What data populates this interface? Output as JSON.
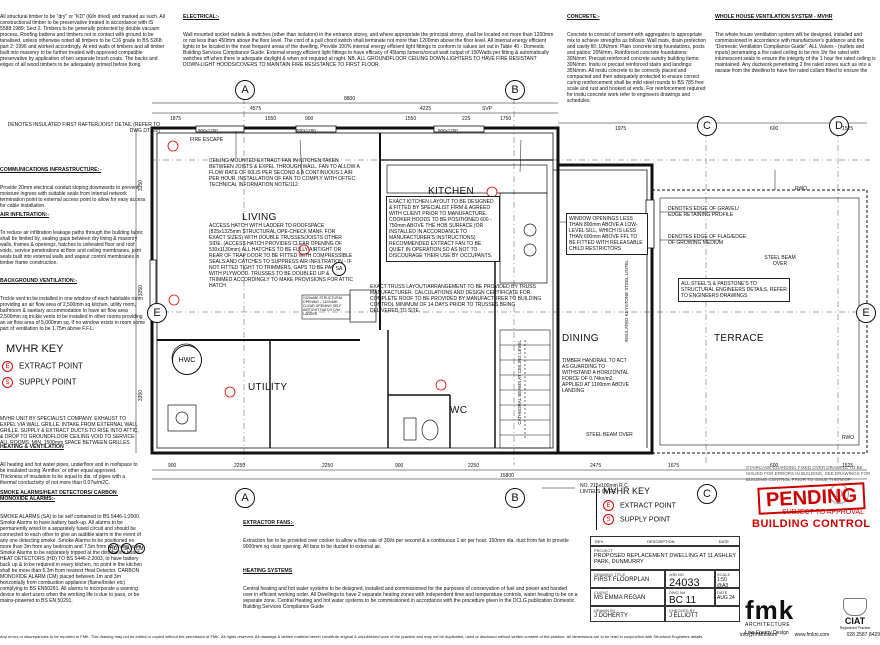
{
  "notes_left": {
    "timber": "All structural timber to be \"dry\" or \"KD\" (Kiln dried) and marked as such. All constructional timber to be preservative treated in accordance with IS 5588:1989; Sect 2. Timbers to be generally protected by double vacuum process. Roofing battens and timbers not in contact with ground to be tanalised, unless otherwise noted all timbers to be C16 grade to BS 5268: part 2: 1996 and worked accordingly. At end walls of timbers and all timber built into masonry to be further treated with approved compatible preservative by application of two separate brush coats. The backs and edges of all wood timbers to be adequately primed before fixing.",
    "comms_heading": "COMMUNICATIONS INFRASTRUCTURE:-",
    "comms": "Provide 20mm electrical conduit sloping downwards to prevent moisture ingress with suitable seals from internal network termination point to external access point to allow for easy access for cable installation.",
    "air_heading": "AIR INFILTRATION:-",
    "air": "To reduce air infiltration leakage paths through the building fabric shall be limited by, sealing gaps between dry lining & masonry walls, frames & openings, hatches to unheated floor and roof voids, service penetrations at floor and ceiling membranes, joint seals built into external walls and vapour control membranes in timber frame construction.",
    "bgvent_heading": "BACKGROUND VENTILATION:-",
    "bgvent": "Trickle vent to be installed in one window of each habitable room providing an air flow area of 2,500mm sq kitchen, utility room, bathroom & sanitary accommodation to have air flow area 2,500mm sq trickle vents to be installed in other rooms providing an air flow area of 5,000mm sq. If no window exists in room some part of ventilation to be 1.75m above F.F.L.",
    "mvhr_key_title": "MVHR KEY",
    "mvhr_extract": "EXTRACT POINT",
    "mvhr_supply": "SUPPLY POINT",
    "mvhr_notes": "MVHR UNIT BY SPECIALIST COMPANY. EXHAUST TO EXPEL VIA WALL GRILLE. INTAKE FROM EXTERNAL WALL GRILLE. SUPPLY & EXTRACT DUCTS TO RISE INTO ATTIC, & DROP TO GROUNDFLOOR CEILING VOID TO SERVICE ALL ROOMS. MIN. 1500mm SPACE BETWEEN GRILLES",
    "heating_heading": "HEATING & VENTILATION",
    "heating": "All heating and hot water pipes, underfloor and in roofspace to be insulated using 'Armflex' or other equal approved. Thickness of insulation to be equal to dia. of pipes with a thermal conductivity of not more than 0.07w/m2C.",
    "alarms_heading": "SMOKE ALARMS/HEAT DETECTORS/ CARBON MONOXIDE ALARMS:-",
    "alarms": "SMOKE ALARMS (SA) to be self contained to BS 5446-1:2000. Smoke Alarms to have battery back-up. All alarms to be permanently wired to a separately fused circuit and should be connected to each other to give an audible alarm in the event of any one detecting smoke. Smoke Alarms to be positioned no more than 3m from any bedroom and 7.5m from any living room. Smoke Alarms to be separately tripped at the distribution board. HEAT DETECTORS (HD) TO BS 5446-2:2003, to have battery back up & to be required in every kitchen, no point in the kitchen shall be more than 5.3m from nearest Heat Detector. CARBON MONOXIDE ALARM (CM) placed between 1m and 3m horizontally from combustion appliance (flame/boiler etc) complying to BS EN50291. All alarms to incorporate a warning device to alert users when the working life is due to pass, or be mains-powered to BS EN 50291."
  },
  "notes_top": {
    "electrical_heading": "ELECTRICAL:-",
    "electrical": "Wall mounted socket outlets & switches (other than isolators) in the entrance storey, and where appropriate the principal storey, shall be located not more than 1200mm or not less than 450mm above the floor level. The cord of a pull chord switch shall terminate not more than 1200mm above the floor level. All internal energy efficient lights to be located in the most frequent areas of the dwelling. Provide 100% internal energy efficient light fittings to conform to values set out in Table 40 - Domestic Building Services Compliance Guide. External energy efficient light fittings to have efficacy of 45lamp lumens/circuit watt output of 150Watts per fitting & automatically switches off when there is adequate daylight & when not required at night. NB. ALL GROUNDFLOOR CEILING DOWN-LIGHTERS TO HAVE FIRE RESISTANT DOWN-LIGHT HOODS/COVERS TO MAINTAIN FIRE RESISTANCE TO FIRST FLOOR.",
    "concrete_heading": "CONCRETE:-",
    "concrete": "Concrete to consist of cement with aggregates to appropriate mix to achieve strengths as follows: Wall mats, drain protection and cavity fill: 10N/mm. Plain concrete strip foundations, posts and patios: 20N/mm. Reinforced concrete foundations: 30N/mm. Precast reinforced concrete sundry building items: 30N/mm. Insitu or precast reinforced stairs and landings: 35N/mm. All insitu concrete to be correctly placed and compacted and then adequately protected to ensure correct curing reinforcement shall be mild steel rounds to BS 785 free scale and rust and hooked at ends. For reinforcement required for insitu concrete work refer to engineers drawings and schedules.",
    "mvhr_sys_heading": "WHOLE HOUSE VENTILATION SYSTEM - MVHR",
    "mvhr_sys": "The whole house ventilation system will be designed, installed and commissioned in accordance with manufacturer's guidance and the \"Domestic Ventilation Compliance Guide\". ALL Valves - (outlets and inputs) penetrating a fire rated ceiling to be min 1hr fire rated with intumescent seals to ensure the integrity of the 1 hour fire rated ceiling is maintained. Any ductwork penetrating 2 fire rated zones such as into a garage from the dwelling to have fire rated collars fitted to ensure the integrity of the fire rated zone."
  },
  "grid": {
    "A": "A",
    "B": "B",
    "C": "C",
    "D": "D",
    "E": "E"
  },
  "dims_top": {
    "overall": "8800",
    "d1": "4575",
    "d2": "4225",
    "d3": "1875",
    "d4": "1550",
    "d5": "900",
    "d6": "1550",
    "d7": "225",
    "svp": "SVP",
    "d8": "1750",
    "c1": "1975",
    "c2": "600",
    "c3": "1525"
  },
  "dims_bottom": {
    "overall": "15800",
    "b1": "900",
    "b2": "2250",
    "b3": "2250",
    "b4": "900",
    "b5": "2250",
    "b6": "2475",
    "b7": "1675",
    "b8": "600",
    "b9": "1525"
  },
  "dims_left": {
    "d1": "3350",
    "d2": "3350",
    "d3": "3350"
  },
  "rooms": {
    "living": "LIVING",
    "kitchen": "KITCHEN",
    "utility": "UTILITY",
    "wc": "WC",
    "dining": "DINING",
    "terrace": "TERRACE",
    "hwc": "HWC"
  },
  "annotations": {
    "insulated_rafter": "DENOTES INSULATED FIRST RAFTER/JOIST DETAIL (REFER TO DWG DT102)",
    "fire_escape": "FIRE ESCAPE",
    "win1": "900x1200",
    "win2": "900x1200",
    "win3": "900x1200",
    "extract_fan": "CEILING MOUNTED EXTRACT FAN IN KITCHEN TAKEN BETWEEN JOISTS & EXPEL THROUGH WALL. FAN TO ALLOW A FLOW RATE OF 60L/S PER SECOND & A CONTINUOUS 1 AIR PER HOUR. INSTALLATION OF FAN TO COMPLY WITH OFTEC TECHNICAL INFORMATION NOTE/112.",
    "access_hatch": "ACCESS HATCH WITH LADDER TO ROOFSPACE (825x1325mm STRUCTURAL OPE-CHECK MANF. FOR EXACT SIZES) WITH DOUBLE TRUSSES/JOISTS OTHER SIDE. (ACCESS HATCH PROVIDES CLEAR OPENING OF 530x1130mm) ALL HATCHES TO BE FULLY AIRTIGHT OR REAR OF TRAP DOOR TO BE FITTED WITH COMPRESSIBLE SEALS AND CATCHES TO SUPPRESS AIR INFILTRATION - IF NOT FITTED TIGHT TO TRIMMERS, GAPS TO BE PACKED WITH PLYWOOD. TRUSSES TO BE DOUBLED UP & TRIMMED ACCORDINGLY TO MAKE PROVISIONS FOR ATTIC HATCH",
    "kitchen_layout": "EXACT KITCHEN LAYOUT TO BE DESIGNED & FITTED BY SPECIALIST FIRM & AGREED WITH CLIENT PRIOR TO MANUFACTURE. COOKER HOODS TO BE POSITIONED 600 - 750mm ABOVE THE HOB SURFACE (OR INSTALLED IN ACCORDANCE TO MANUFACTURER'S INSTRUCTIONS) RECOMMENDED EXTRACT FAN TO BE QUIET IN OPERATION SO AS NOT TO DISCOURAGE THEIR USE BY OCCUPANTS.",
    "truss_layout": "EXACT TRUSS LAYOUT/ARRANGEMENT TO BE PROVIDED BY TRUSS MANUFACTURER. CALCULATIONS AND DESIGN CERTIFICATE FOR COMPLETE ROOF TO BE PROVIDED BY MANUFACTURER TO BUILDING CONTROL MINIMUM OF 14 DAYS PRIOR TO TRUSSES BEING DELIVERED TO SITE.",
    "window_openings": "WINDOW OPENINGS LESS THAN 800mm ABOVE A LOW-LEVEL SILL, WHICH IS LESS THAN 600mm ABOVE FFL TO BE FITTED WITH RELEASABLE CHILD RESTRICTORS",
    "gravel_edge": "DENOTES EDGE OF GRAVEL/ EDGE RETAINING PROFILE",
    "flag_edge": "DENOTES EDGE OF FLAG/EDGE OF GROWING MEDIUM",
    "steel_beam_over": "STEEL BEAM OVER",
    "steel_padstone": "ALL STEEL'S & PADSTONE'S TO STRUCTURAL ENGINEERS DETAILS, REFER TO ENGINEERS DRAWINGS",
    "rwo1": "RWO",
    "rwo2": "RWO",
    "timber_handrail": "TIMBER HANDRAIL TO ACT AS GUARDING TO WITHSTAND A HORIZONTAL FORCE OF 0.74kn/m2 APPLIED AT 1100mm ABOVE LANDING",
    "steel_beam_over2": "STEEL BEAM OVER",
    "lintels": "NO. 215x100mm R.C. LINTELS OVER",
    "insulated_steel": "INSULATED KEYSTONE STEEL LINTEL",
    "cathedral": "CATHEDRAL BEAMS AT CEILING LEVEL",
    "structural_opening": "1320x680 STRUCTURAL OPENING - 1320x680 CLEAR OPENING SELF AIRTIGHT HATCH C/W LADDER",
    "sa": "SA",
    "hd": "HD",
    "cm": "CM"
  },
  "mvhr_key2": {
    "title": "MVHR KEY",
    "extract": "EXTRACT POINT",
    "supply": "SUPPLY POINT"
  },
  "bottom_notes": {
    "extractor_heading": "EXTRACTOR FANS:-",
    "extractor": "Extraction fan to be provided over cooker to allow a flow rate of 30l/s per second & a continuous 1 air per hour. 150mm dia. duct from fan to provide 9000mm sq clear opening. All fans to be ducted to external air.",
    "heating_sys_heading": "HEATING SYSTEMS",
    "heating_sys": "Central heating and hot water systems to be designed, installed and commissioned for the purposes of conservation of fuel and power and handed over in efficient working order. All Dwellings to have 2 separate heating zones with independent time and temperature controls, water heating to be on a separate zone. Central Heating and hot water systems to be commissioned in accordance with the procedure given in the DCLG publication Domestic Building Services Compliance Guide"
  },
  "title_block": {
    "rev": "REV",
    "description": "DESCRIPTION",
    "date": "DATE",
    "project_lbl": "PROJECT",
    "project": "PROPOSED REPLACEMENT DWELLING AT 11 ASHLEY PARK, DUNMURRY",
    "drawing_title_lbl": "DRAWING TITLE",
    "drawing_title": "FIRST FLOORPLAN",
    "job_no_lbl": "JOB NO",
    "job_no": "24033",
    "scale_lbl": "SCALE",
    "scale1": "1:50",
    "scale2": "@A3",
    "date_lbl": "DATE",
    "date_val": "AUG 24",
    "client_lbl": "CLIENT",
    "client": "MS EMMA REGAN",
    "dwg_lbl": "DWG No",
    "dwg": "BC 11",
    "rev_lbl": "REV",
    "rev_val": "",
    "drawn_lbl": "DRAWN BY",
    "drawn": "J DOHERTY",
    "checked_lbl": "CHECKED BY",
    "checked": "J ELLIOTT",
    "email": "info@fmkltd.com",
    "web": "www.fmkni.com",
    "phone": "028 2587 8429"
  },
  "brand": {
    "fmk": "fmk",
    "architecture": "ARCHITECTURE",
    "low_energy": "Low-Energy Design",
    "ciat": "CIAT",
    "ciat_sub": "Registered Practice"
  },
  "stamp": {
    "pending": "PENDING",
    "subject": "SUBJECT TO APPROVAL",
    "building_control": "BUILDING CONTROL",
    "small": "STAIRCASE GUARDING FIXED OVER DRAWING TO BE ISSUED FOR ERRORS IN BUILDING, SEE DRAWINGS FOR BUILDING CONTROL PRIOR TO ISSUE THEREOF"
  },
  "footer": "Any errors or discrepancies to be reported to FMK. This drawing may not be edited or copied without the permission of FMK. All rights reserved. All drawings & written material herein constitute original & unpublished work of the practice and may not be duplicated, used or disclosed without written consent of the practice. All dimensions are to be read in conjunction with Structural Engineers details.",
  "colors": {
    "accent": "#c00000",
    "line": "#111111"
  }
}
